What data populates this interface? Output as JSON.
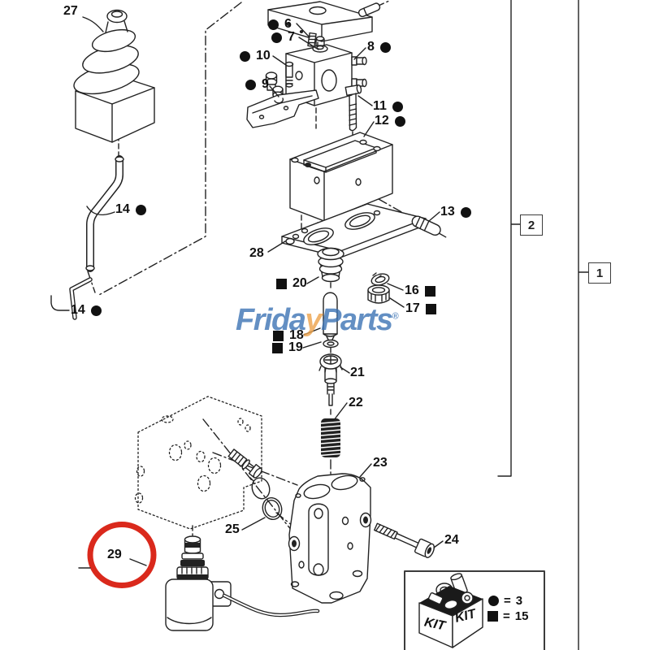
{
  "diagram": {
    "type": "exploded-parts-diagram",
    "watermark": {
      "word_start": "Frida",
      "accent_letter": "y",
      "word_end": "Parts",
      "registered": "®",
      "blue": "#3d74b5",
      "orange": "#eda24b"
    },
    "highlight": {
      "circled_part": "29",
      "color": "#da291c"
    },
    "callouts": {
      "p1": "1",
      "p2": "2",
      "p6": "6",
      "p7": "7",
      "p8": "8",
      "p9": "9",
      "p10": "10",
      "p11": "11",
      "p12": "12",
      "p13": "13",
      "p14": "14",
      "p16": "16",
      "p17": "17",
      "p18": "18",
      "p19": "19",
      "p20": "20",
      "p21": "21",
      "p22": "22",
      "p23": "23",
      "p24": "24",
      "p25": "25",
      "p27": "27",
      "p28": "28",
      "p29": "29"
    },
    "kit_legend": {
      "kit_label": "KIT",
      "eq": "=",
      "circle_qty": "3",
      "square_qty": "15"
    }
  }
}
